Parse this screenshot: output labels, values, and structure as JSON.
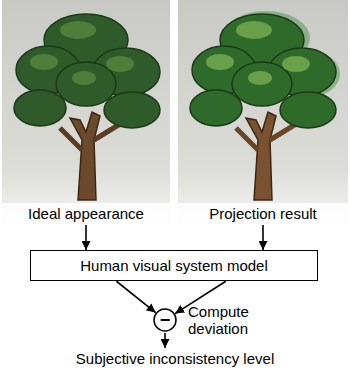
{
  "diagram": {
    "nodes": [
      {
        "text": [
          "Ideal appearance"
        ]
      },
      {
        "text": [
          "Projection result"
        ]
      },
      {
        "text": [
          "Human visual system model"
        ]
      },
      {
        "text": [
          "−"
        ]
      }
    ],
    "edges": [
      {
        "from": 0,
        "to": 2,
        "arrow": "to"
      },
      {
        "from": 1,
        "to": 2,
        "arrow": "to"
      },
      {
        "from": 2,
        "to": 3,
        "arrow": "to"
      },
      {
        "from": 2,
        "to": 3,
        "arrow": "to"
      }
    ],
    "labels": [
      "Compute deviation",
      "Subjective inconsistency level"
    ]
  }
}
